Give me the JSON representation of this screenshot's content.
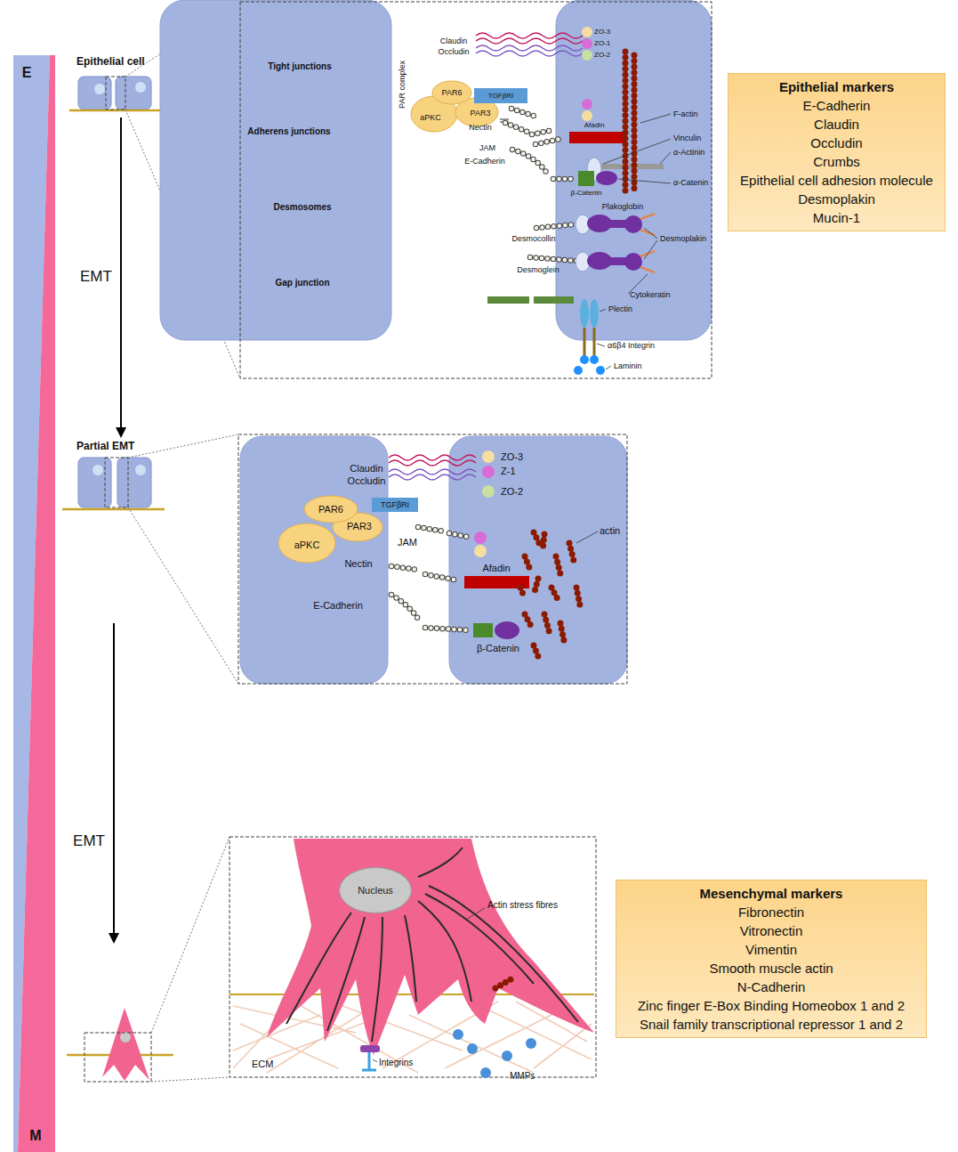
{
  "diagram": {
    "nodes": [
      {
        "text": [
          "Epithelial cell"
        ]
      },
      {
        "text": [
          "Partial EMT"
        ]
      },
      {
        "text": [
          "Epithelial markers",
          "E-Cadherin",
          "Claudin",
          "Occludin",
          "Crumbs",
          "Epithelial cell adhesion molecule",
          "Desmoplakin",
          "Mucin-1"
        ]
      },
      {
        "text": [
          "Nucleus"
        ]
      },
      {
        "text": [
          "Mesenchymal markers",
          "Fibronectin",
          "Vitronectin",
          "Vimentin",
          "Smooth muscle actin",
          "N-Cadherin",
          "Zinc finger E-Box Binding Homeobox 1 and 2",
          "Snail family transcriptional repressor 1 and 2"
        ]
      }
    ],
    "edges": [
      {
        "from": 0,
        "to": 1,
        "arrow": "to",
        "label": "EMT"
      }
    ],
    "labels": [
      "E",
      "Tight junctions",
      "Adherens junctions",
      "Desmosomes",
      "Gap junction",
      "PAR complex",
      "Claudin",
      "Occludin",
      "ZO-3",
      "ZO-1",
      "ZO-2",
      "PAR6",
      "aPKC",
      "PAR3",
      "TGFβRI",
      "JAM",
      "Nectin",
      "Afadin",
      "F-actin",
      "Vinculin",
      "α-Actinin",
      "E-Cadherin",
      "β-Catenin",
      "α-Catenin",
      "Plakoglobin",
      "Desmocollin",
      "Desmoplakin",
      "Desmoglein",
      "Cytokeratin",
      "Plectin",
      "α6β4 Integrin",
      "Laminin",
      "Claudin",
      "Occludin",
      "ZO-3",
      "Z-1",
      "ZO-2",
      "PAR6",
      "aPKC",
      "PAR3",
      "TGFβRI",
      "JAM",
      "actin",
      "Nectin",
      "Afadin",
      "E-Cadherin",
      "β-Catenin",
      "EMT",
      "Actin stress fibres",
      "ECM",
      "Integrins",
      "MMPs",
      "M"
    ]
  }
}
